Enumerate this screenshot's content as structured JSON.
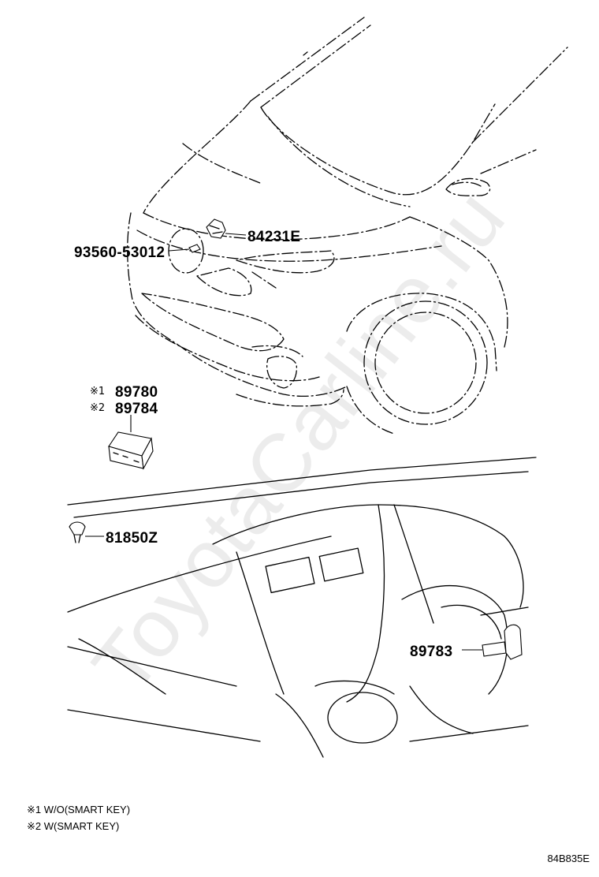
{
  "callouts": {
    "p84231e": "84231E",
    "p93560": "93560-53012",
    "p89780": "89780",
    "p89784": "89784",
    "p81850z": "81850Z",
    "p89783": "89783",
    "mark1": "※1",
    "mark2": "※2"
  },
  "notes": {
    "note1": "※1 W/O(SMART KEY)",
    "note2": "※2 W(SMART KEY)"
  },
  "diagram_code": "84B835E",
  "watermark": "ToyotaCarline.ru",
  "colors": {
    "ink": "#000000",
    "background": "#ffffff"
  }
}
